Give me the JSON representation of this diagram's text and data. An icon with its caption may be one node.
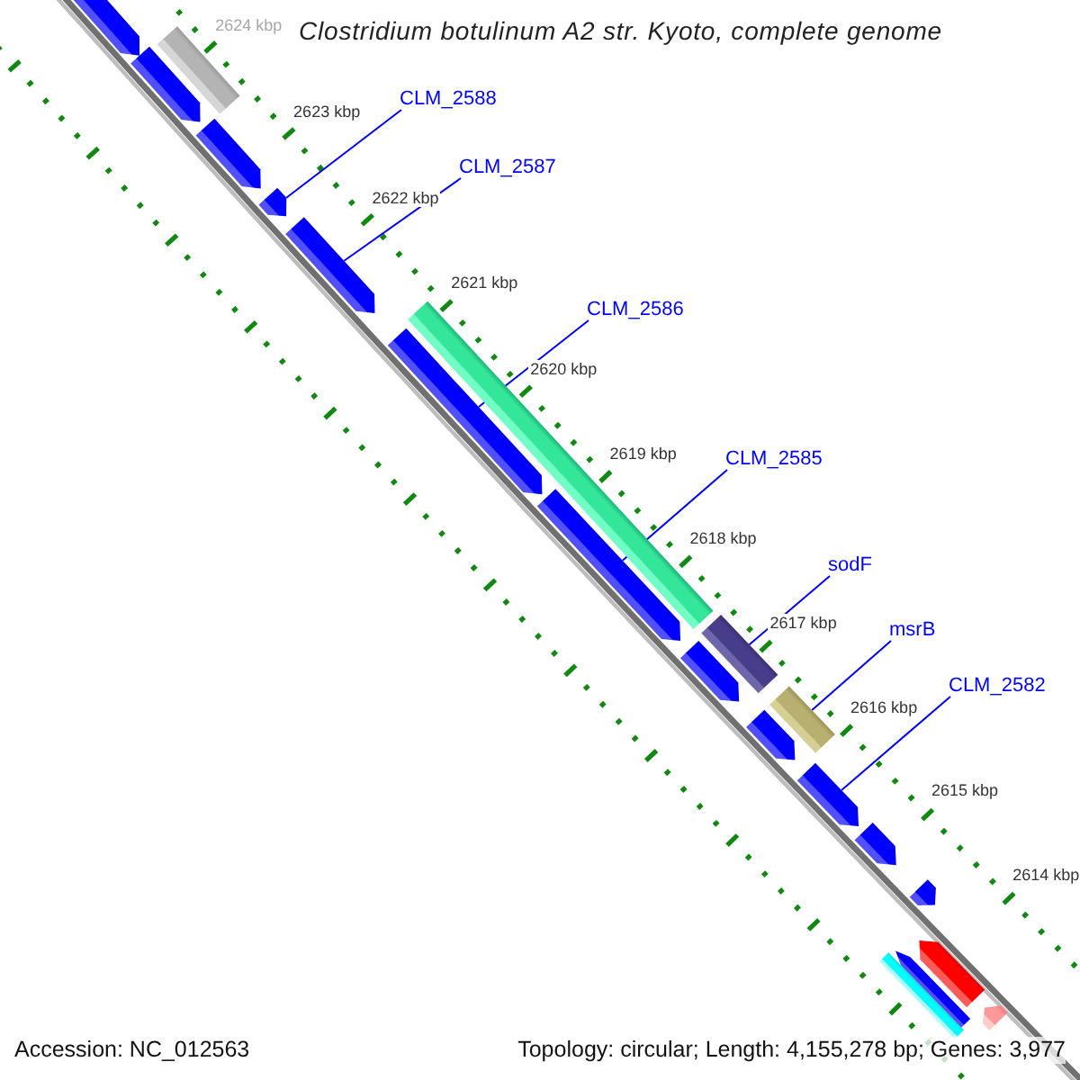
{
  "diagram": {
    "title": "Clostridium botulinum A2 str. Kyoto, complete genome",
    "nodes": [
      {
        "text": [],
        "shape": "bar"
      },
      {
        "text": [],
        "shape": "box"
      },
      {
        "text": [],
        "shape": "bar"
      },
      {
        "text": [],
        "shape": "bar"
      },
      {
        "text": [
          "CLM_2588"
        ]
      },
      {
        "text": [],
        "shape": "bar"
      },
      {
        "text": [
          "CLM_2587"
        ]
      },
      {
        "text": [],
        "shape": "bar"
      },
      {
        "text": [
          "CLM_2586"
        ]
      },
      {
        "text": [],
        "shape": "box"
      },
      {
        "text": [],
        "shape": "bar"
      },
      {
        "text": [
          "CLM_2585"
        ]
      },
      {
        "text": [],
        "shape": "bar"
      },
      {
        "text": [
          "sodF"
        ]
      },
      {
        "text": [],
        "shape": "box"
      },
      {
        "text": [],
        "shape": "bar"
      },
      {
        "text": [
          "msrB"
        ]
      },
      {
        "text": [],
        "shape": "box"
      },
      {
        "text": [],
        "shape": "bar"
      },
      {
        "text": [
          "CLM_2582"
        ]
      },
      {
        "text": [],
        "shape": "bar"
      },
      {
        "text": [],
        "shape": "bar"
      },
      {
        "text": [],
        "shape": "bar"
      },
      {
        "text": [],
        "shape": "bar"
      },
      {
        "text": [],
        "shape": "box"
      },
      {
        "text": [],
        "shape": "bar"
      },
      {
        "text": [],
        "shape": "bar"
      }
    ],
    "edges": [
      {
        "from": 4,
        "to": 5,
        "arrow": "none"
      },
      {
        "from": 6,
        "to": 7,
        "arrow": "none"
      },
      {
        "from": 8,
        "to": 10,
        "arrow": "none"
      },
      {
        "from": 11,
        "to": 12,
        "arrow": "none"
      },
      {
        "from": 13,
        "to": 14,
        "arrow": "none"
      },
      {
        "from": 16,
        "to": 17,
        "arrow": "none"
      },
      {
        "from": 19,
        "to": 20,
        "arrow": "none"
      }
    ],
    "labels": [
      "2624 kbp",
      "2623 kbp",
      "2622 kbp",
      "2621 kbp",
      "2620 kbp",
      "2619 kbp",
      "2618 kbp",
      "2617 kbp",
      "2616 kbp",
      "2615 kbp",
      "2614 kbp",
      "Accession: NC_012563",
      "Topology: circular; Length: 4,155,278 bp; Genes: 3,977"
    ]
  }
}
